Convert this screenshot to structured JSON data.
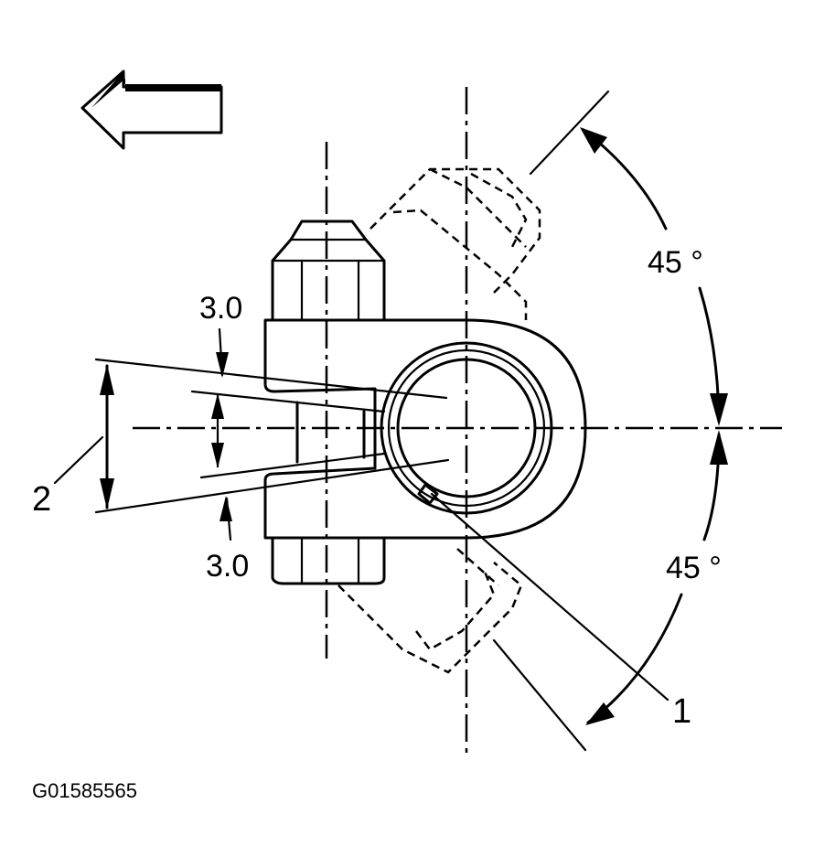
{
  "labels": {
    "callout_1": "1",
    "callout_2": "2",
    "gap_top": "3.0",
    "gap_bottom": "3.0",
    "angle_top": "45 °",
    "angle_bottom": "45 °"
  },
  "figure_code": "G01585565",
  "icons": {
    "direction_arrow": "left-arrow-icon"
  },
  "colors": {
    "ink": "#000000",
    "background": "#ffffff"
  }
}
